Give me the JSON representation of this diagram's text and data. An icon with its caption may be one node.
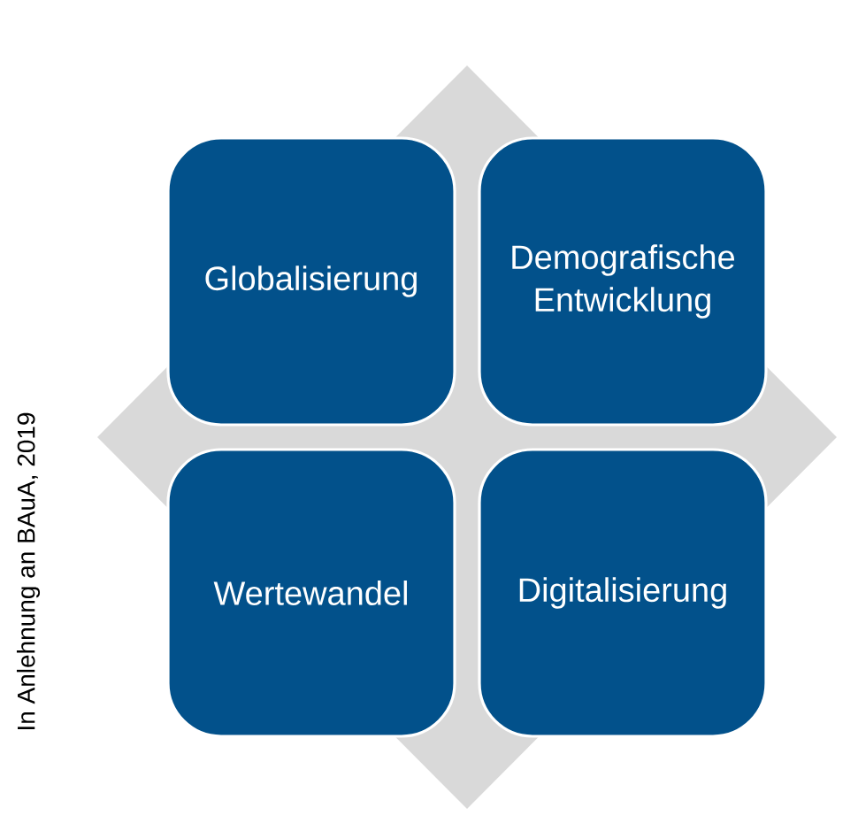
{
  "diagram": {
    "nodes": [
      {
        "text": [
          "Globalisierung"
        ]
      },
      {
        "text": [
          "Demografische Entwicklung"
        ]
      },
      {
        "text": [
          "Wertewandel"
        ]
      },
      {
        "text": [
          "Digitalisierung"
        ]
      }
    ],
    "labels": [
      "In Anlehnung an BAuA, 2019"
    ]
  }
}
